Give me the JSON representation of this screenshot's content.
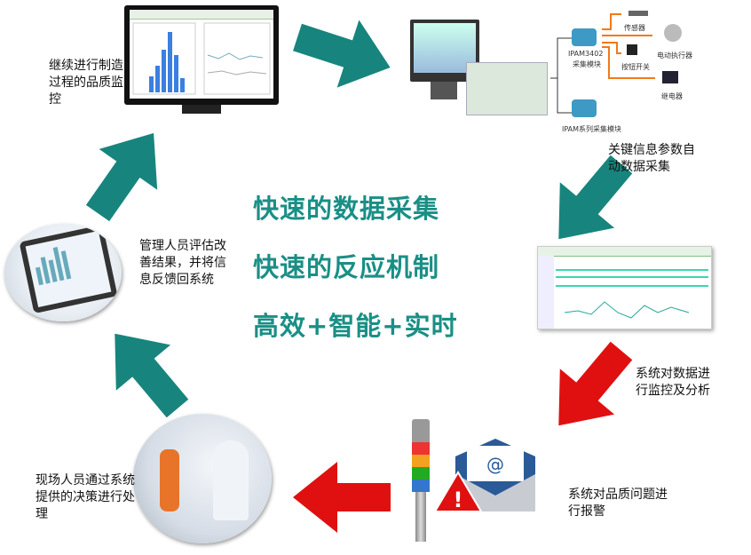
{
  "captions": {
    "monitor_quality": "继续进行制造过程的品质监控",
    "auto_collect": "关键信息参数自动数据采集",
    "monitor_analyze": "系统对数据进行监控及分析",
    "alarm": "系统对品质问题进行报警",
    "onsite_handle": "现场人员通过系统提供的决策进行处理",
    "manager_feedback": "管理人员评估改善结果，并将信息反馈回系统"
  },
  "center": {
    "line1": "快速的数据采集",
    "line2": "快速的反应机制",
    "line3": "高效+智能+实时"
  },
  "hardware": {
    "module": "IPAM3402",
    "module_sub": "采集模块",
    "sensor": "传感器",
    "actuator": "电动执行器",
    "button": "按钮开关",
    "relay": "继电器",
    "series": "IPAM系列采集模块"
  },
  "colors": {
    "teal": "#17857d",
    "red": "#e01010",
    "text_teal": "#1a8f86",
    "orange": "#f07a1a"
  }
}
